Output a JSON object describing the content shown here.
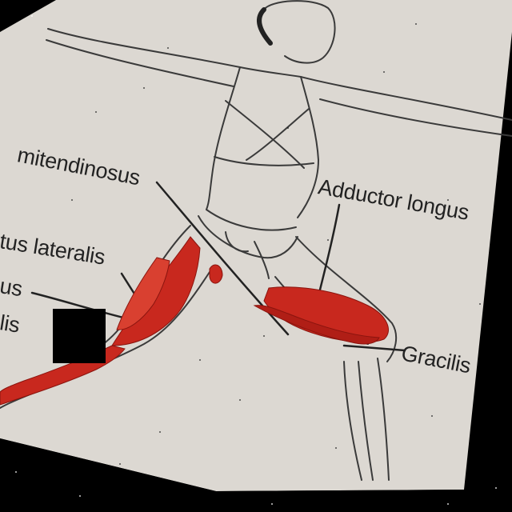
{
  "labels": {
    "semitendinosus": "mitendinosus",
    "vastus_lateralis": "tus lateralis",
    "partial_upper": "us",
    "partial_lower": "lis",
    "adductor_longus": "Adductor longus",
    "gracilis": "Gracilis"
  },
  "colors": {
    "paper": "#dcd8d2",
    "muscle": "#c8281e",
    "pencil": "#3a3a3a",
    "backdrop": "#000000"
  }
}
